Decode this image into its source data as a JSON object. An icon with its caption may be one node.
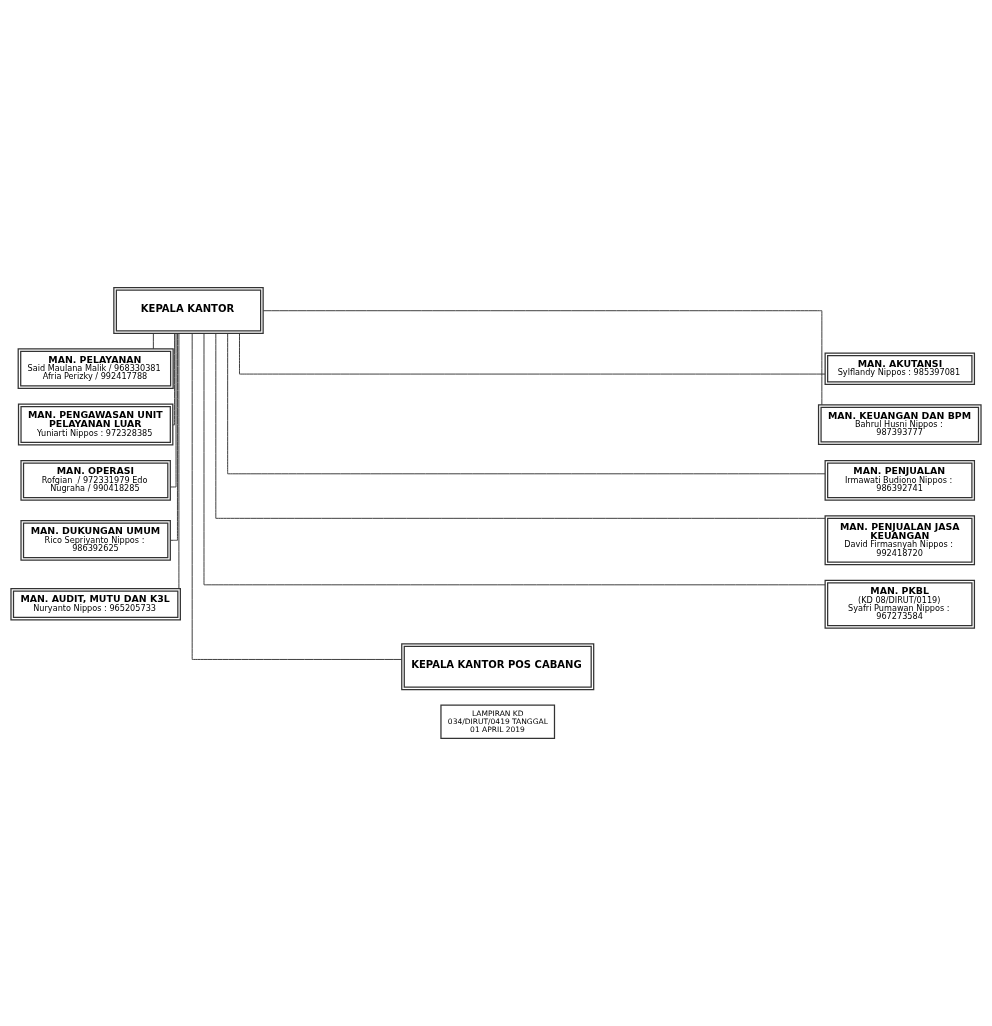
{
  "diagram": {
    "nodes": [
      {
        "text": [
          "KEPALA KANTOR"
        ]
      },
      {
        "text": [
          "MAN. PELAYANAN",
          "Said Maulana Malik / 968330381 Afria Perizky / 992417788"
        ]
      },
      {
        "text": [
          "MAN. PENGAWASAN UNIT PELAYANAN LUAR",
          "Yuniarti Nippos : 972328385"
        ]
      },
      {
        "text": [
          "MAN. OPERASI",
          "Rofgian  / 972331979 Edo Nugraha / 990418285"
        ]
      },
      {
        "text": [
          "MAN. DUKUNGAN UMUM",
          "Rico Sepriyanto Nippos : 986392625"
        ]
      },
      {
        "text": [
          "MAN. AUDIT, MUTU DAN K3L",
          "Nuryanto Nippos : 965205733"
        ]
      },
      {
        "text": [
          "MAN. AKUTANSI",
          "Sylflandy Nippos : 985397081"
        ]
      },
      {
        "text": [
          "MAN. KEUANGAN DAN BPM",
          "Bahrul Husni Nippos : 987393777"
        ]
      },
      {
        "text": [
          "MAN. PENJUALAN",
          "Irmawati Budiono Nippos : 986392741"
        ]
      },
      {
        "text": [
          "MAN. PENJUALAN JASA KEUANGAN",
          "David Firmasnyah Nippos : 992418720"
        ]
      },
      {
        "text": [
          "MAN. PKBL",
          "(KD 08/DIRUT/0119)",
          "Syafri Pumawan Nippos : 967273584"
        ]
      },
      {
        "text": [
          "KEPALA KANTOR POS CABANG"
        ]
      },
      {
        "text": [
          "LAMPIRAN KD 034/DIRUT/0419 TANGGAL 01 APRIL 2019"
        ]
      }
    ],
    "edges": [
      {
        "from": 0,
        "to": 1,
        "arrow": "none"
      },
      {
        "from": 0,
        "to": 2,
        "arrow": "none"
      },
      {
        "from": 0,
        "to": 3,
        "arrow": "none"
      },
      {
        "from": 0,
        "to": 4,
        "arrow": "none"
      },
      {
        "from": 0,
        "to": 5,
        "arrow": "none"
      },
      {
        "from": 0,
        "to": 6,
        "arrow": "none"
      },
      {
        "from": 0,
        "to": 7,
        "arrow": "none"
      },
      {
        "from": 0,
        "to": 8,
        "arrow": "none"
      },
      {
        "from": 0,
        "to": 9,
        "arrow": "none"
      },
      {
        "from": 0,
        "to": 10,
        "arrow": "none"
      },
      {
        "from": 0,
        "to": 11,
        "arrow": "none"
      }
    ]
  }
}
